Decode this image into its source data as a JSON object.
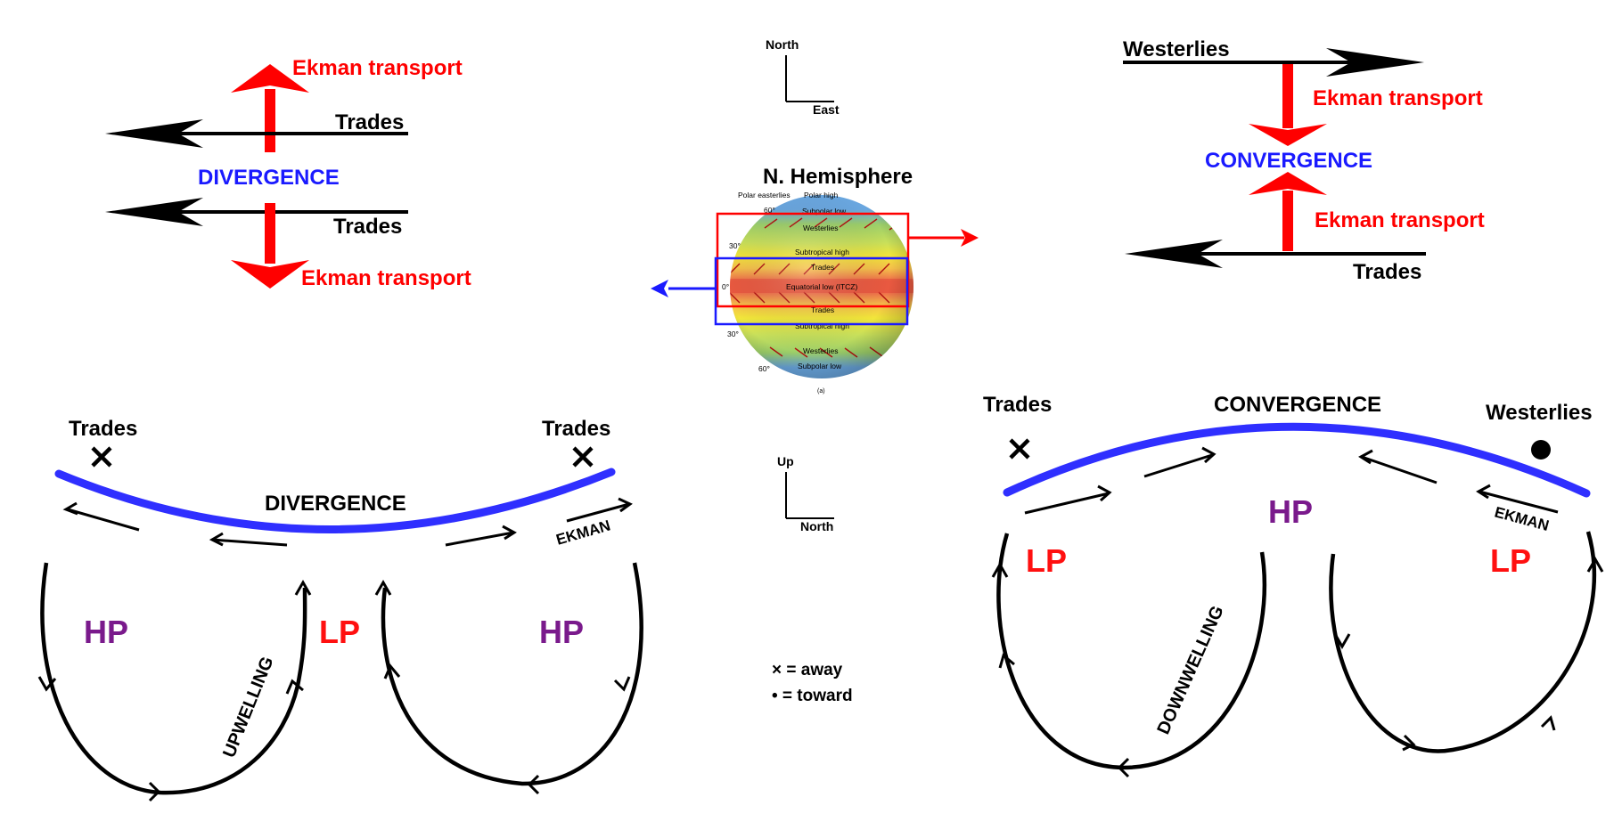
{
  "colors": {
    "ekman_red": "#ff0000",
    "divergence_blue": "#1a1aff",
    "surface_blue": "#2f2fff",
    "pressure_purple": "#7a1a8c",
    "low_pressure_red": "#ff1010",
    "black": "#000000"
  },
  "top_left": {
    "ekman_top": "Ekman transport",
    "trades_top": "Trades",
    "divergence": "DIVERGENCE",
    "trades_bottom": "Trades",
    "ekman_bottom": "Ekman transport"
  },
  "top_center": {
    "axis_north": "North",
    "axis_east": "East",
    "globe_title": "N. Hemisphere",
    "globe_labels": {
      "polar_easterlies": "Polar easterlies",
      "polar_high": "Polar high",
      "subpolar_low_n": "Subpolar low",
      "westerlies_n": "Westerlies",
      "subtropical_high_n": "Subtropical high",
      "trades_n": "Trades",
      "equatorial_low": "Equatorial low (ITCZ)",
      "trades_s": "Trades",
      "subtropical_high_s": "Subtropical high",
      "westerlies_s": "Westerlies",
      "subpolar_low_s": "Subpolar low",
      "lat_60_n": "60°",
      "lat_30_n": "30°",
      "lat_0": "0°",
      "lat_30_s": "30°",
      "lat_60_s": "60°",
      "caption": "(a)"
    }
  },
  "top_right": {
    "westerlies": "Westerlies",
    "ekman_top": "Ekman transport",
    "convergence": "CONVERGENCE",
    "ekman_bottom": "Ekman transport",
    "trades": "Trades"
  },
  "bottom_left": {
    "trades_left": "Trades",
    "trades_right": "Trades",
    "divergence": "DIVERGENCE",
    "ekman": "EKMAN",
    "hp_left": "HP",
    "lp": "LP",
    "hp_right": "HP",
    "upwelling": "UPWELLING"
  },
  "bottom_center": {
    "axis_up": "Up",
    "axis_north": "North",
    "legend_away": "× = away",
    "legend_toward": "• = toward"
  },
  "bottom_right": {
    "trades": "Trades",
    "convergence": "CONVERGENCE",
    "westerlies": "Westerlies",
    "hp": "HP",
    "lp_left": "LP",
    "lp_right": "LP",
    "ekman": "EKMAN",
    "downwelling": "DOWNWELLING"
  }
}
